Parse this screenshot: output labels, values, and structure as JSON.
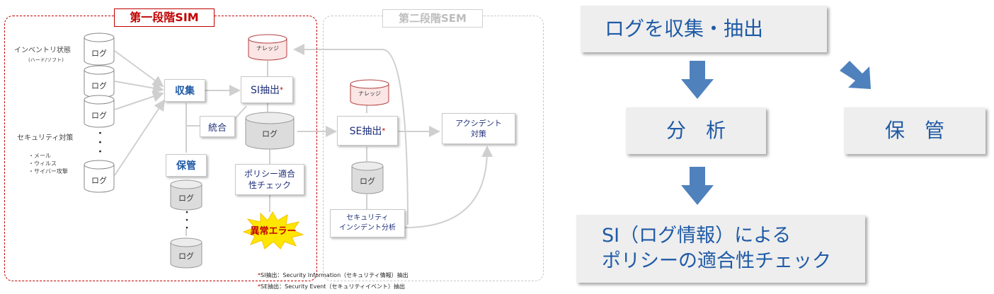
{
  "stage1": {
    "title": "第一段階SIM",
    "title_color": "#c00000"
  },
  "stage2": {
    "title": "第二段階SEM"
  },
  "left": {
    "inventory": "インベントリ状態",
    "inventory_sub": "(ハード/ソフト)",
    "security": "セキュリティ対策",
    "security_items": [
      "・メール",
      "・ウィルス",
      "・サイバー攻撃"
    ],
    "log": "ログ",
    "dots": "・\n・\n・"
  },
  "boxes": {
    "collect": "収集",
    "si_extract": "SI抽出",
    "integrate": "統合",
    "store": "保管",
    "knowledge": "ナレッジ",
    "policy_check_1": "ポリシー適合",
    "policy_check_2": "性チェック",
    "error": "異常エラー",
    "se_extract": "SE抽出",
    "accident_1": "アクシデント",
    "accident_2": "対策",
    "incident_1": "セキュリティ",
    "incident_2": "インシデント分析",
    "asterisk": "*"
  },
  "footnotes": {
    "si": "SI抽出：Security Information（セキュリティ情報）抽出",
    "se": "SE抽出：Security Event（セキュリティイベント）抽出"
  },
  "flow": {
    "collect": "ログを収集・抽出",
    "analyze": "分　析",
    "store": "保　管",
    "check_1": "SI（ログ情報）による",
    "check_2": "ポリシーの適合性チェック",
    "arrow_color": "#4f81bd"
  }
}
